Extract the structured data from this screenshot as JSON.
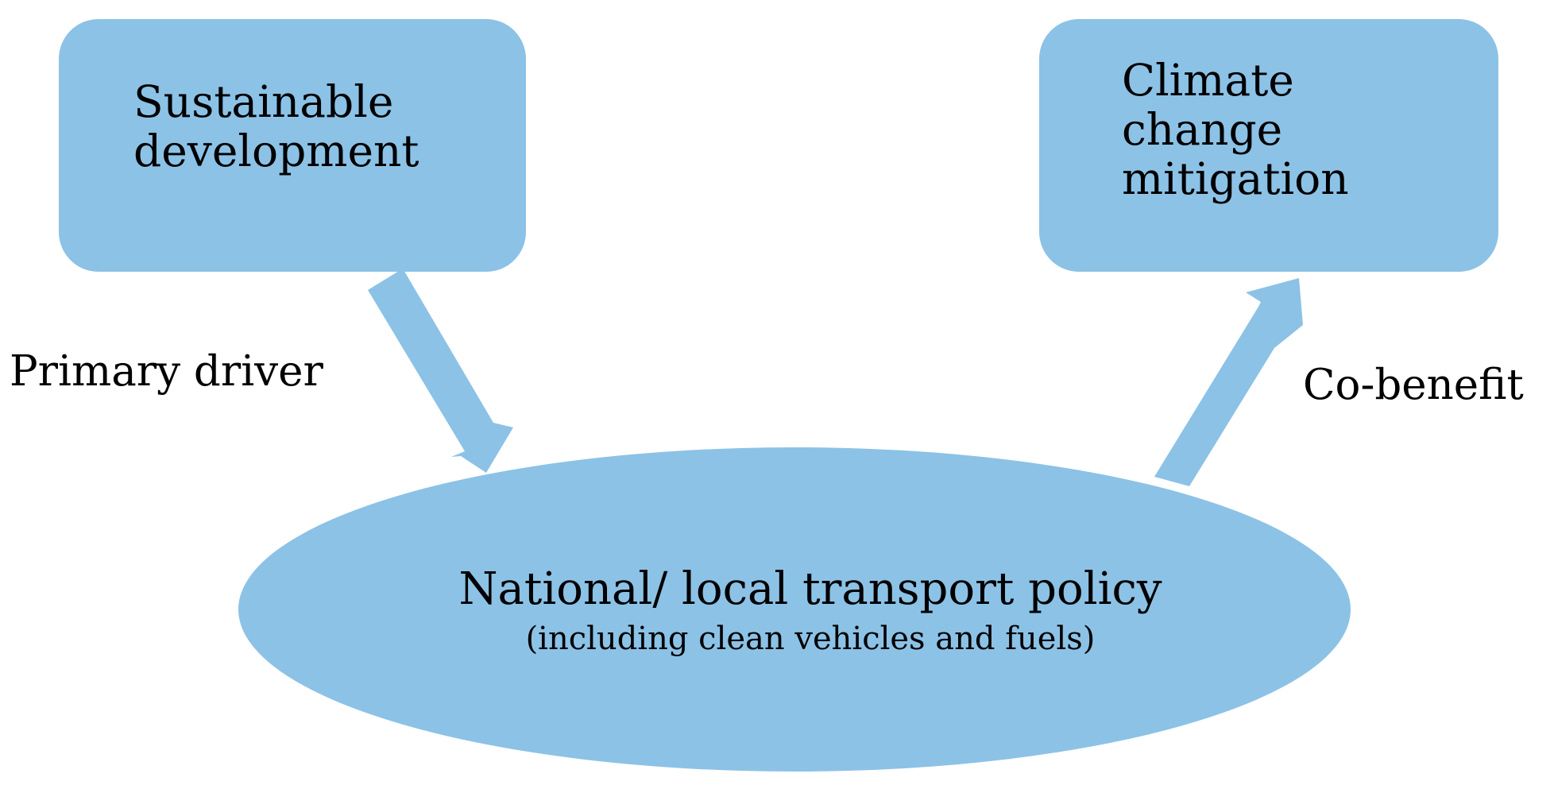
{
  "colors": {
    "shape_fill": "#8cc2e6",
    "text": "#000000",
    "background": "#ffffff"
  },
  "nodes": {
    "sustainable_development": {
      "lines": [
        "Sustainable",
        "development"
      ]
    },
    "climate_change_mitigation": {
      "lines": [
        "Climate",
        "change",
        "mitigation"
      ]
    },
    "transport_policy": {
      "title": "National/ local transport policy",
      "subtitle": "(including clean vehicles and fuels)"
    }
  },
  "edges": {
    "primary_driver": {
      "from": "sustainable_development",
      "to": "transport_policy",
      "label": "Primary driver"
    },
    "co_benefit": {
      "from": "transport_policy",
      "to": "climate_change_mitigation",
      "label": "Co-benefit"
    }
  }
}
